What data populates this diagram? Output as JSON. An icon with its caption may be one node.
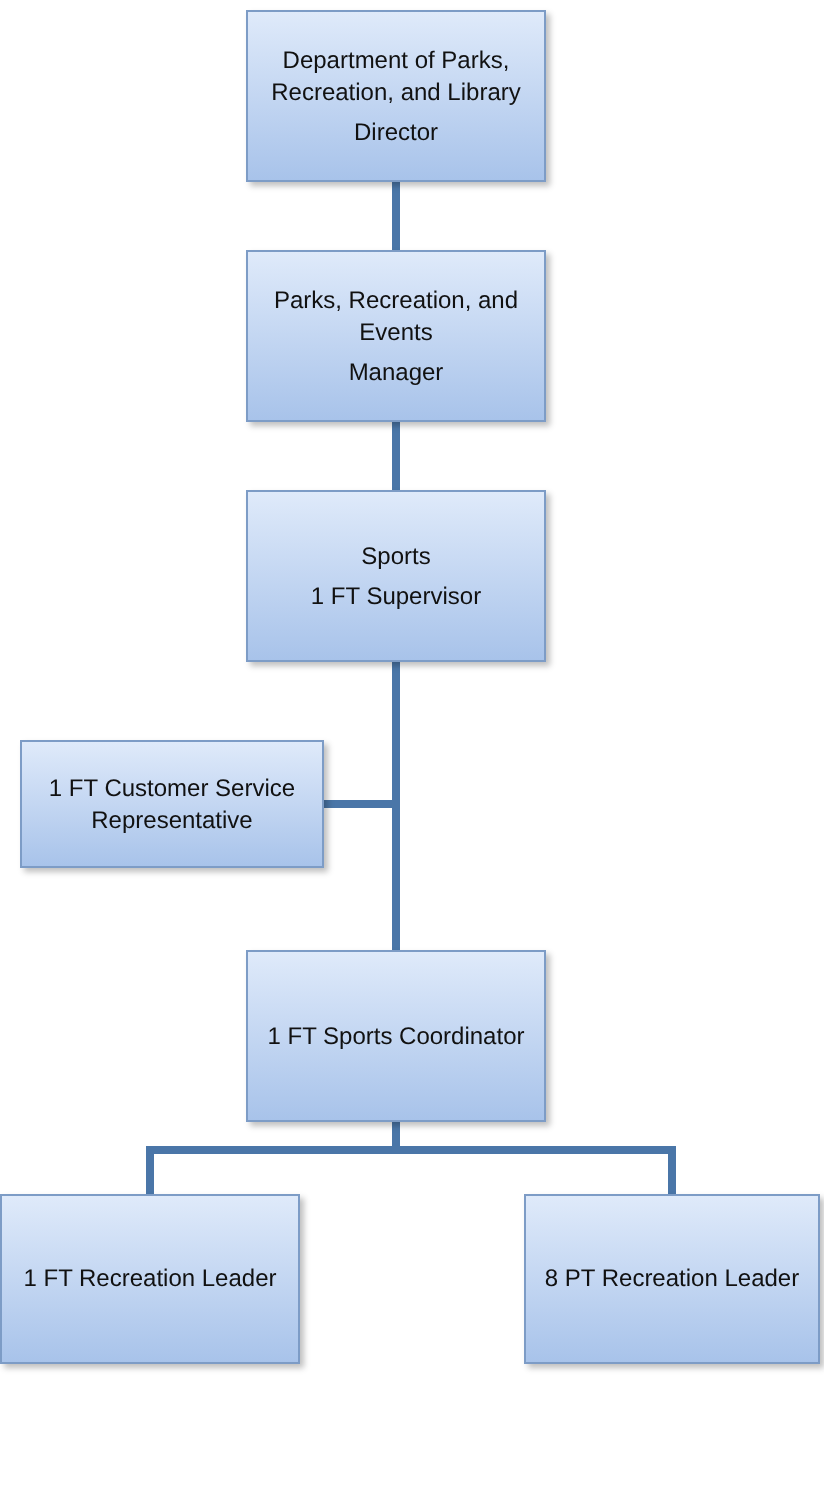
{
  "diagram": {
    "nodes": [
      {
        "text": [
          "Department of Parks, Recreation, and Library",
          "Director"
        ]
      },
      {
        "text": [
          "Parks, Recreation, and Events",
          "Manager"
        ]
      },
      {
        "text": [
          "Sports",
          "1 FT Supervisor"
        ]
      },
      {
        "text": [
          "1 FT Customer Service Representative"
        ]
      },
      {
        "text": [
          "1 FT Sports Coordinator"
        ]
      },
      {
        "text": [
          "1 FT Recreation Leader"
        ]
      },
      {
        "text": [
          "8 PT Recreation Leader"
        ]
      }
    ],
    "edges": [
      {
        "from": 0,
        "to": 1,
        "arrow": "none"
      },
      {
        "from": 1,
        "to": 2,
        "arrow": "none"
      },
      {
        "from": 2,
        "to": 3,
        "arrow": "none"
      },
      {
        "from": 2,
        "to": 4,
        "arrow": "none"
      },
      {
        "from": 4,
        "to": 5,
        "arrow": "none"
      },
      {
        "from": 4,
        "to": 6,
        "arrow": "none"
      }
    ]
  }
}
